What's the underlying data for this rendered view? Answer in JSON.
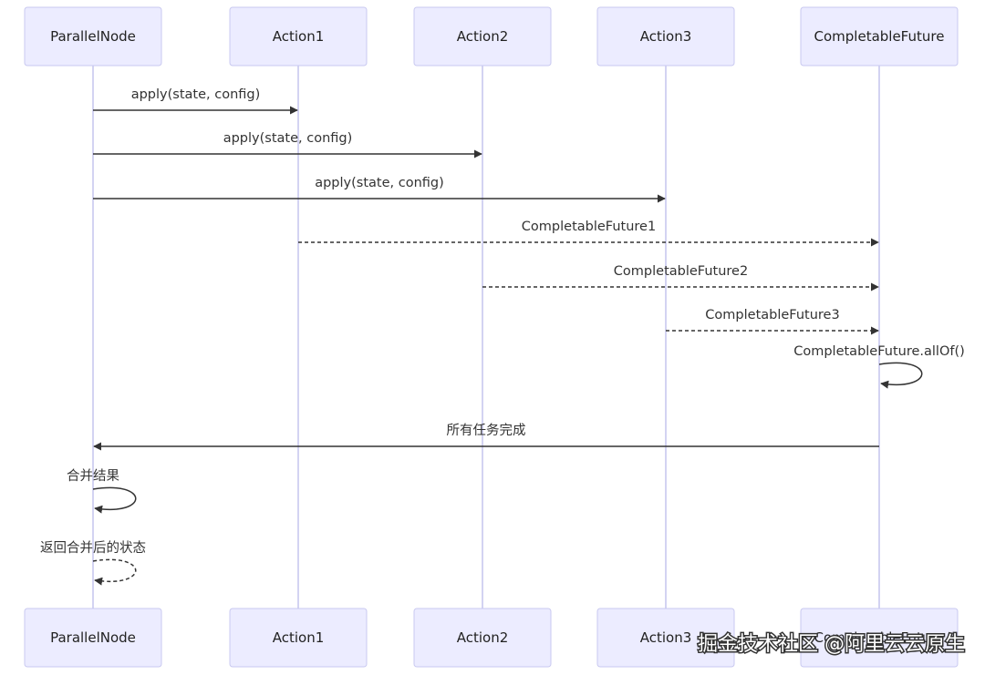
{
  "diagram": {
    "type": "sequence",
    "participants": [
      {
        "id": "p0",
        "label": "ParallelNode"
      },
      {
        "id": "p1",
        "label": "Action1"
      },
      {
        "id": "p2",
        "label": "Action2"
      },
      {
        "id": "p3",
        "label": "Action3"
      },
      {
        "id": "p4",
        "label": "CompletableFuture"
      }
    ],
    "messages": [
      {
        "from": 0,
        "to": 1,
        "label": "apply(state, config)",
        "style": "solid"
      },
      {
        "from": 0,
        "to": 2,
        "label": "apply(state, config)",
        "style": "solid"
      },
      {
        "from": 0,
        "to": 3,
        "label": "apply(state, config)",
        "style": "solid"
      },
      {
        "from": 1,
        "to": 4,
        "label": "CompletableFuture1",
        "style": "dashed"
      },
      {
        "from": 2,
        "to": 4,
        "label": "CompletableFuture2",
        "style": "dashed"
      },
      {
        "from": 3,
        "to": 4,
        "label": "CompletableFuture3",
        "style": "dashed"
      },
      {
        "from": 4,
        "to": 4,
        "label": "CompletableFuture.allOf()",
        "style": "solid"
      },
      {
        "from": 4,
        "to": 0,
        "label": "所有任务完成",
        "style": "solid"
      },
      {
        "from": 0,
        "to": 0,
        "label": "合并结果",
        "style": "solid"
      },
      {
        "from": 0,
        "to": 0,
        "label": "返回合并后的状态",
        "style": "dashed"
      }
    ]
  },
  "watermark": {
    "text": "掘金技术社区 @阿里云云原生"
  },
  "colors": {
    "actor_fill": "#ECECFF",
    "actor_border": "#C9C9F0",
    "lifeline": "#C8C8EE",
    "arrow": "#333333"
  }
}
